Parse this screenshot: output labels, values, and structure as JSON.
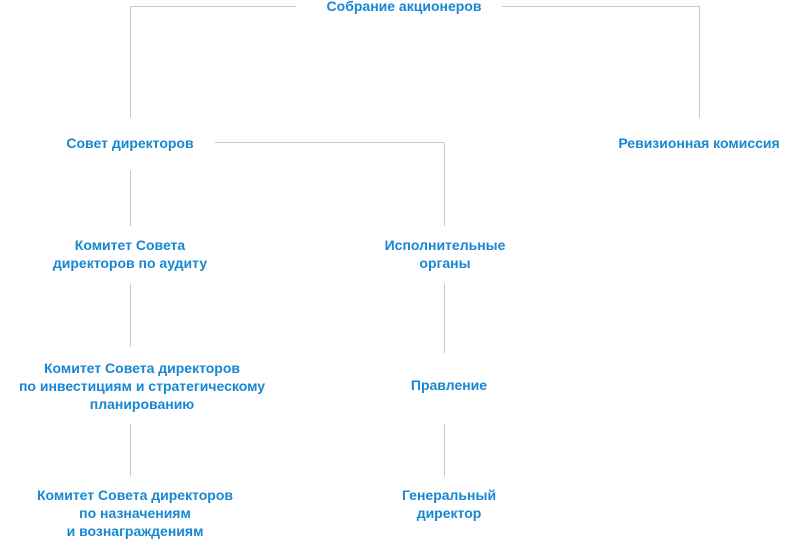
{
  "nodes": {
    "shareholders_meeting": "Собрание акционеров",
    "board_of_directors": "Совет директоров",
    "audit_commission": "Ревизионная комиссия",
    "audit_committee": "Комитет Совета\nдиректоров по аудиту",
    "executive_bodies": "Исполнительные\nорганы",
    "investment_committee": "Комитет Совета директоров\nпо инвестициям и стратегическому\nпланированию",
    "management_board": "Правление",
    "nomination_committee": "Комитет Совета директоров\nпо назначениям\nи вознаграждениям",
    "general_director": "Генеральный\nдиректор"
  },
  "colors": {
    "node_text": "#1787d3",
    "connector": "#c8c8c8"
  }
}
